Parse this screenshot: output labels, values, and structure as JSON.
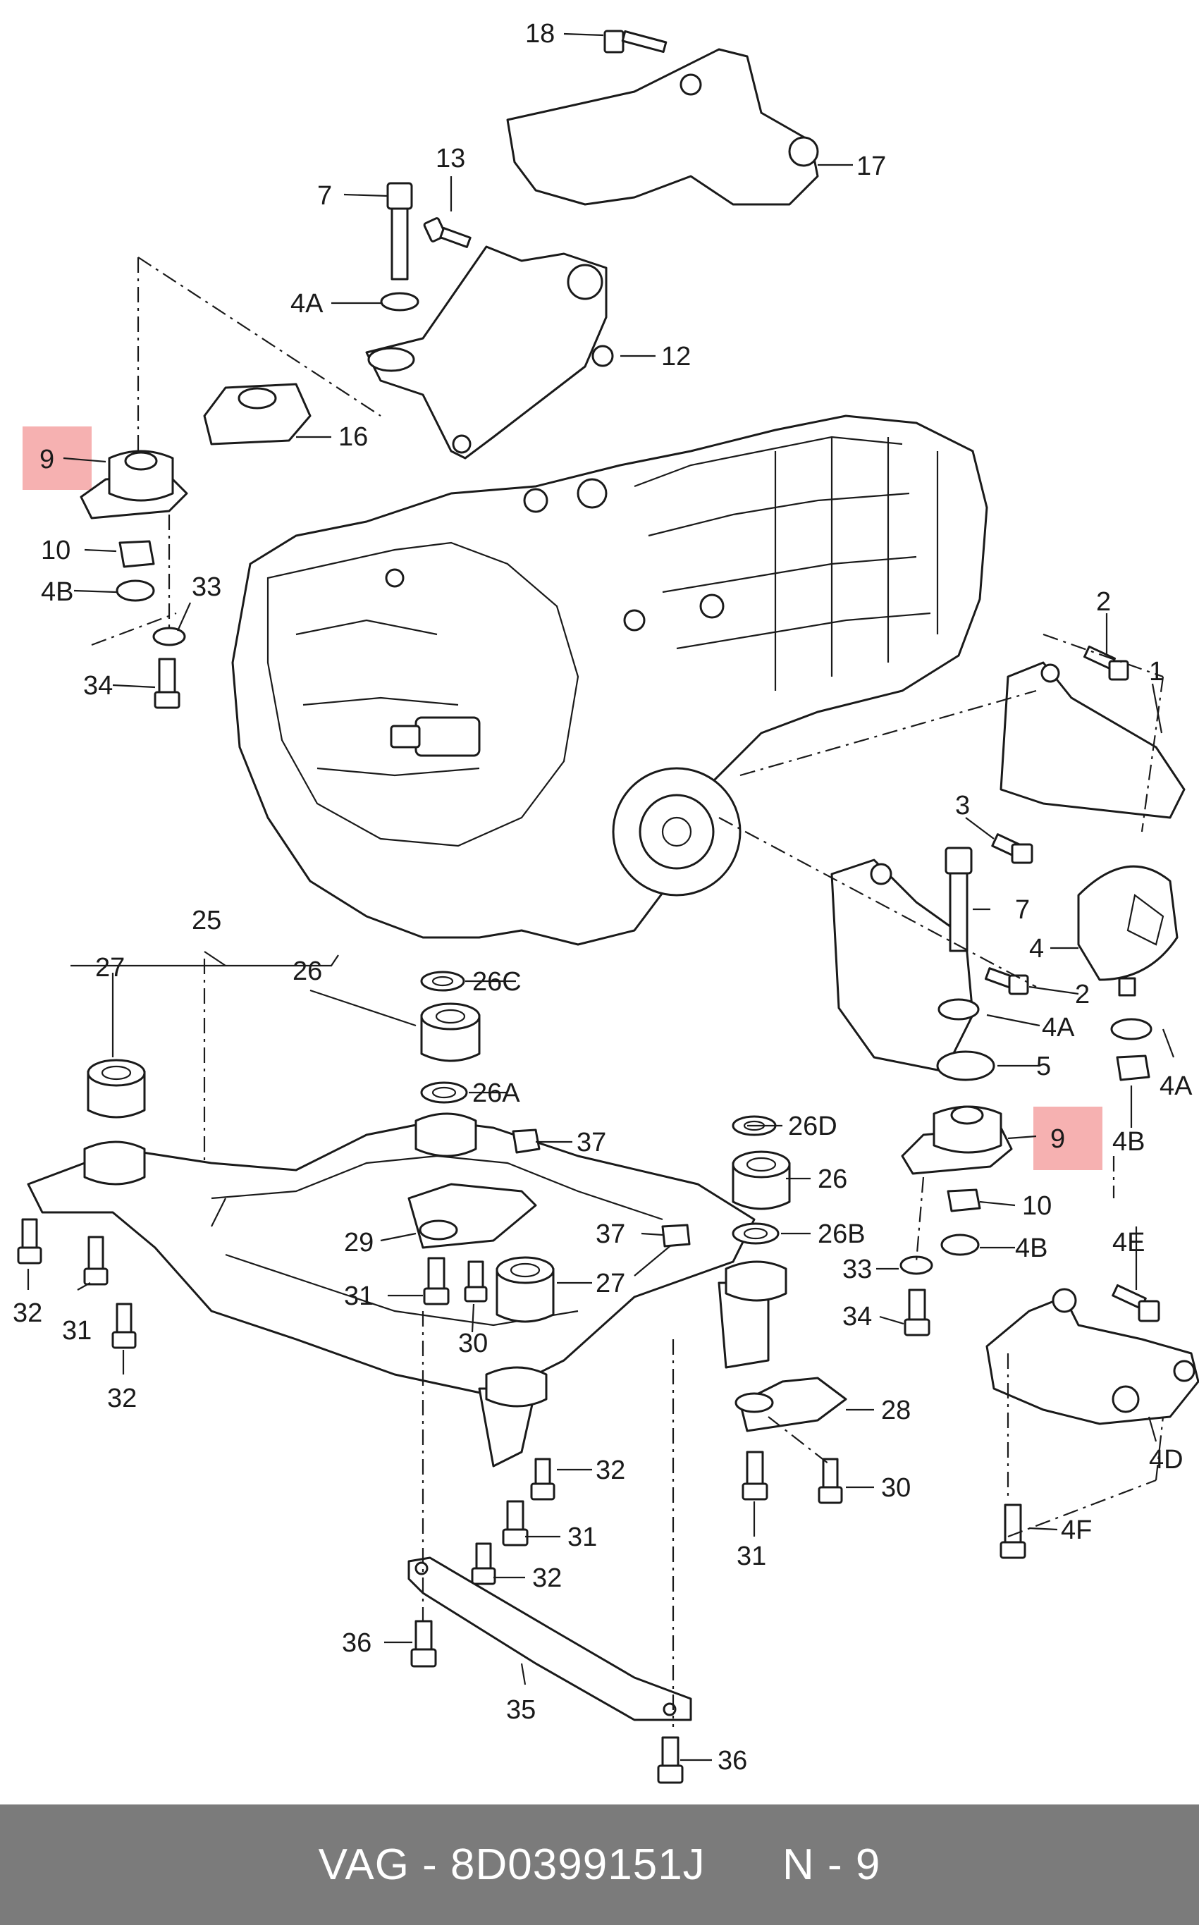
{
  "callouts": [
    {
      "id": "c18",
      "text": "18"
    },
    {
      "id": "c17",
      "text": "17"
    },
    {
      "id": "c13",
      "text": "13"
    },
    {
      "id": "c7a",
      "text": "7"
    },
    {
      "id": "c4aa",
      "text": "4A"
    },
    {
      "id": "c12",
      "text": "12"
    },
    {
      "id": "c16",
      "text": "16"
    },
    {
      "id": "c9a",
      "text": "9"
    },
    {
      "id": "c10a",
      "text": "10"
    },
    {
      "id": "c4ba",
      "text": "4B"
    },
    {
      "id": "c33a",
      "text": "33"
    },
    {
      "id": "c34a",
      "text": "34"
    },
    {
      "id": "c2a",
      "text": "2"
    },
    {
      "id": "c1",
      "text": "1"
    },
    {
      "id": "c3",
      "text": "3"
    },
    {
      "id": "c7b",
      "text": "7"
    },
    {
      "id": "c4",
      "text": "4"
    },
    {
      "id": "c2b",
      "text": "2"
    },
    {
      "id": "c4ab",
      "text": "4A"
    },
    {
      "id": "c5",
      "text": "5"
    },
    {
      "id": "c4ac",
      "text": "4A"
    },
    {
      "id": "c4bb",
      "text": "4B"
    },
    {
      "id": "c9b",
      "text": "9"
    },
    {
      "id": "c10b",
      "text": "10"
    },
    {
      "id": "c4bc",
      "text": "4B"
    },
    {
      "id": "c33b",
      "text": "33"
    },
    {
      "id": "c34b",
      "text": "34"
    },
    {
      "id": "c4e",
      "text": "4E"
    },
    {
      "id": "c4d",
      "text": "4D"
    },
    {
      "id": "c4f",
      "text": "4F"
    },
    {
      "id": "c25",
      "text": "25"
    },
    {
      "id": "c27a",
      "text": "27"
    },
    {
      "id": "c26a",
      "text": "26"
    },
    {
      "id": "c26c",
      "text": "26C"
    },
    {
      "id": "c26aa",
      "text": "26A"
    },
    {
      "id": "c37a",
      "text": "37"
    },
    {
      "id": "c26d",
      "text": "26D"
    },
    {
      "id": "c26b",
      "text": "26"
    },
    {
      "id": "c26bb",
      "text": "26B"
    },
    {
      "id": "c37b",
      "text": "37"
    },
    {
      "id": "c27b",
      "text": "27"
    },
    {
      "id": "c29",
      "text": "29"
    },
    {
      "id": "c31a",
      "text": "31"
    },
    {
      "id": "c30a",
      "text": "30"
    },
    {
      "id": "c32a",
      "text": "32"
    },
    {
      "id": "c31b",
      "text": "31"
    },
    {
      "id": "c32b",
      "text": "32"
    },
    {
      "id": "c28",
      "text": "28"
    },
    {
      "id": "c32c",
      "text": "32"
    },
    {
      "id": "c31c",
      "text": "31"
    },
    {
      "id": "c32d",
      "text": "32"
    },
    {
      "id": "c30b",
      "text": "30"
    },
    {
      "id": "c31d",
      "text": "31"
    },
    {
      "id": "c36a",
      "text": "36"
    },
    {
      "id": "c35",
      "text": "35"
    },
    {
      "id": "c36b",
      "text": "36"
    }
  ],
  "highlight_color": "#f4a3a3",
  "footer": {
    "brand": "VAG",
    "part_number": "8D0399151J",
    "position": "N - 9"
  }
}
